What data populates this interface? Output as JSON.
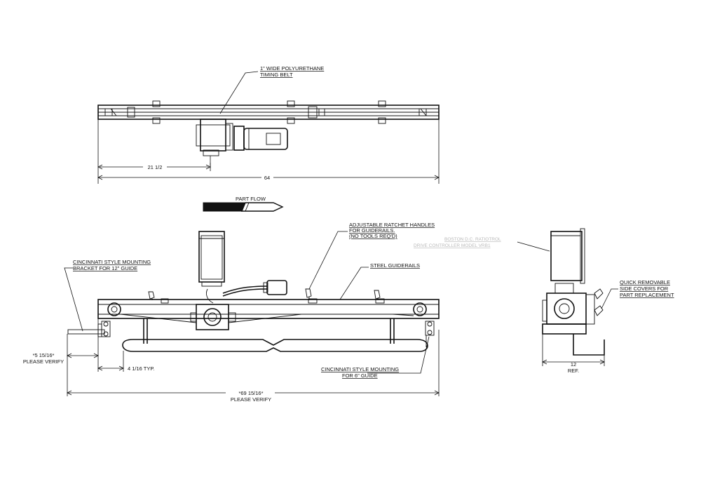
{
  "top_view": {
    "belt_callout_line1": "1\" WIDE POLYURETHANE",
    "belt_callout_line2": "TIMING BELT",
    "dim_offset": "21 1/2",
    "dim_overall": "64"
  },
  "flow": {
    "label": "PART FLOW"
  },
  "front_view": {
    "ratchet_line1": "ADJUSTABLE RATCHET HANDLES",
    "ratchet_line2": "FOR GUIDERAILS.",
    "ratchet_line3": "(NO TOOLS REQ'D)",
    "guiderails_label": "STEEL GUIDERAILS",
    "mount12_line1": "CINCINNATI STYLE MOUNTING",
    "mount12_line2": "BRACKET FOR 12\" GUIDE",
    "mount6_line1": "CINCINNATI STYLE MOUNTING",
    "mount6_line2": "FOR 6\" GUIDE",
    "dim_left_line1": "*5 15/16*",
    "dim_left_line2": "PLEASE VERIFY",
    "dim_typ": "4 1/16 TYP.",
    "dim_overall_line1": "*69 15/16*",
    "dim_overall_line2": "PLEASE VERIFY"
  },
  "side_view": {
    "controller_line1": "BOSTON D.C. RATIOTROL",
    "controller_line2": "DRIVE CONTROLLER MODEL VRB1",
    "covers_line1": "QUICK REMOVABLE",
    "covers_line2": "SIDE COVERS FOR",
    "covers_line3": "PART REPLACEMENT",
    "dim_width": "12",
    "dim_ref": "REF."
  }
}
